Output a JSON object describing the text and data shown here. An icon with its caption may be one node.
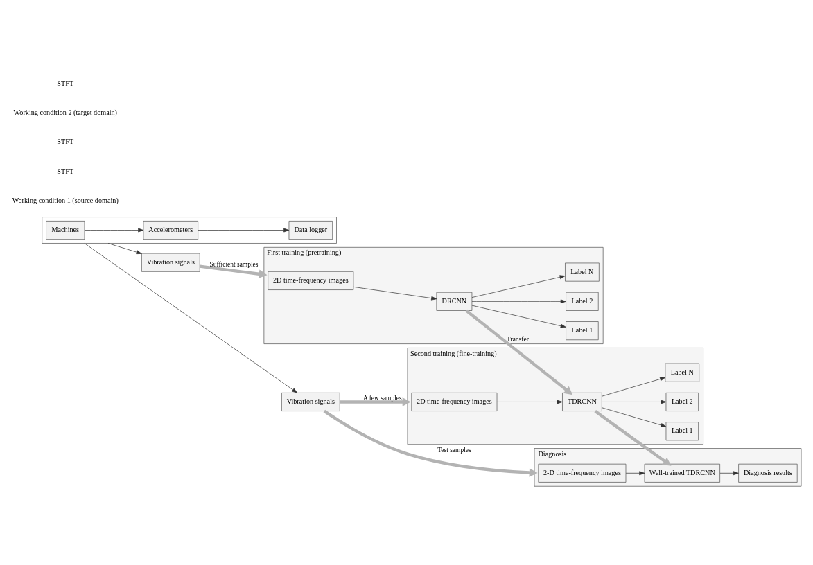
{
  "diagram": {
    "nodes": [
      {
        "text": [],
        "shape": "box"
      },
      {
        "text": [
          "Machines"
        ],
        "in": 0
      },
      {
        "text": [
          "Accelerometers"
        ],
        "in": 0
      },
      {
        "text": [
          "Data logger"
        ],
        "in": 0
      },
      {
        "text": [
          "Vibration signals"
        ]
      },
      {
        "text": [
          "Vibration signals"
        ]
      },
      {
        "text": [
          "First training (pretraining)"
        ]
      },
      {
        "text": [
          "2D time-frequency images"
        ],
        "in": 6
      },
      {
        "text": [
          "DRCNN"
        ],
        "in": 6
      },
      {
        "text": [
          "Label 1"
        ],
        "in": 6
      },
      {
        "text": [
          "Label 2"
        ],
        "in": 6
      },
      {
        "text": [
          "Label N"
        ],
        "in": 6
      },
      {
        "text": [
          "Second training (fine-training)"
        ]
      },
      {
        "text": [
          "2D time-frequency images"
        ],
        "in": 12
      },
      {
        "text": [
          "TDRCNN"
        ],
        "in": 12
      },
      {
        "text": [
          "Label 1"
        ],
        "in": 12
      },
      {
        "text": [
          "Label 2"
        ],
        "in": 12
      },
      {
        "text": [
          "Label N"
        ],
        "in": 12
      },
      {
        "text": [
          "Diagnosis"
        ]
      },
      {
        "text": [
          "2-D time-frequency images"
        ],
        "in": 18
      },
      {
        "text": [
          "Well-trained TDRCNN"
        ],
        "in": 18
      },
      {
        "text": [
          "Diagnosis results"
        ],
        "in": 18
      }
    ],
    "edges": [
      {
        "from": 0,
        "to": 4,
        "arrow": "to"
      },
      {
        "from": 0,
        "to": 5,
        "arrow": "to"
      },
      {
        "from": 1,
        "to": 2,
        "arrow": "to"
      },
      {
        "from": 2,
        "to": 3,
        "arrow": "to"
      },
      {
        "from": 4,
        "to": 6,
        "arrow": "to",
        "label": "Sufficient samples",
        "style": "thick",
        "color": "#b3b3b3"
      },
      {
        "from": 7,
        "to": 8,
        "arrow": "to"
      },
      {
        "from": 8,
        "to": 9,
        "arrow": "to"
      },
      {
        "from": 8,
        "to": 10,
        "arrow": "to"
      },
      {
        "from": 8,
        "to": 11,
        "arrow": "to"
      },
      {
        "from": 8,
        "to": 14,
        "arrow": "to",
        "label": "Transfer",
        "style": "thick",
        "color": "#b3b3b3"
      },
      {
        "from": 5,
        "to": 12,
        "arrow": "to",
        "label": "A few samples",
        "style": "thick",
        "color": "#b3b3b3"
      },
      {
        "from": 13,
        "to": 14,
        "arrow": "to"
      },
      {
        "from": 14,
        "to": 15,
        "arrow": "to"
      },
      {
        "from": 14,
        "to": 16,
        "arrow": "to"
      },
      {
        "from": 14,
        "to": 17,
        "arrow": "to"
      },
      {
        "from": 14,
        "to": 20,
        "arrow": "to",
        "style": "thick",
        "color": "#b3b3b3"
      },
      {
        "from": 5,
        "to": 18,
        "arrow": "to",
        "label": "Test samples",
        "style": "thick",
        "color": "#b3b3b3"
      },
      {
        "from": 19,
        "to": 20,
        "arrow": "to"
      },
      {
        "from": 20,
        "to": 21,
        "arrow": "to"
      }
    ],
    "labels": [
      "Working condition 1 (source domain)",
      "STFT",
      "STFT",
      "Working condition 2 (target domain)",
      "STFT"
    ]
  }
}
